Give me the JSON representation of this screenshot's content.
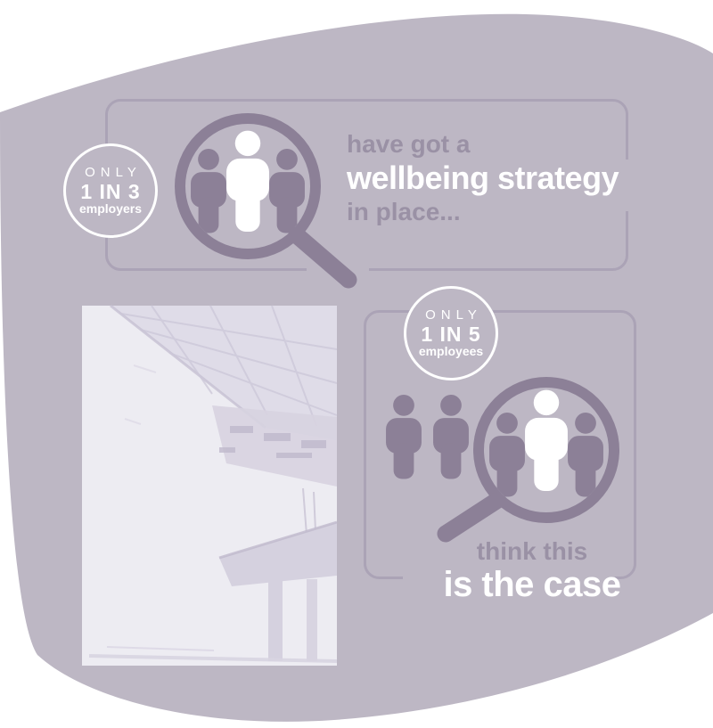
{
  "colors": {
    "page_background": "#ffffff",
    "blob": "#bdb7c4",
    "icon_dark": "#8c8097",
    "panel_border": "#aba3b6",
    "muted_text": "#9a91a5",
    "white_text": "#ffffff",
    "photo_background": "#edecf2"
  },
  "stat_top": {
    "badge": {
      "word": "ONLY",
      "ratio": "1 IN 3",
      "group": "employers"
    },
    "caption": {
      "line1": "have got a",
      "line2": "wellbeing strategy",
      "line3": "in place..."
    }
  },
  "stat_bottom": {
    "badge": {
      "word": "ONLY",
      "ratio": "1 IN 5",
      "group": "employees"
    },
    "caption": {
      "line1": "think this",
      "line2": "is the case"
    }
  },
  "photo_alt": "faded photo of a bridge under construction seen from below"
}
